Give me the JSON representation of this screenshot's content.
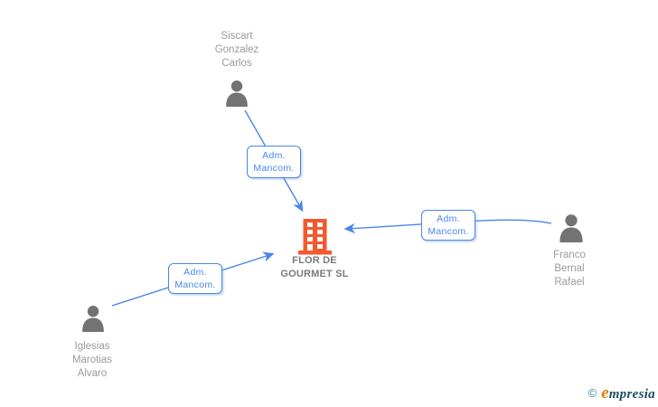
{
  "colors": {
    "arrow-blue": "#4a86e8",
    "person-gray": "#737373",
    "name-gray": "#9b9b9b",
    "company-gray": "#7a7a7a",
    "building-orange": "#f4582e",
    "logo-teal": "#3e7e9b",
    "logo-dark": "#1d4d5e",
    "logo-orange": "#e8790f"
  },
  "diagram": {
    "company": {
      "name_line1": "FLOR DE",
      "name_line2": "GOURMET SL",
      "full_name": "FLOR DE GOURMET SL"
    },
    "persons": [
      {
        "full_name": "Siscart Gonzalez Carlos",
        "line1": "Siscart",
        "line2": "Gonzalez",
        "line3": "Carlos"
      },
      {
        "full_name": "Franco Bernal Rafael",
        "line1": "Franco",
        "line2": "Bernal",
        "line3": "Rafael"
      },
      {
        "full_name": "Iglesias Marotias Alvaro",
        "line1": "Iglesias",
        "line2": "Marotias",
        "line3": "Alvaro"
      }
    ],
    "edges": [
      {
        "from": "Siscart Gonzalez Carlos",
        "to": "FLOR DE GOURMET SL",
        "label_line1": "Adm.",
        "label_line2": "Mancom."
      },
      {
        "from": "Franco Bernal Rafael",
        "to": "FLOR DE GOURMET SL",
        "label_line1": "Adm.",
        "label_line2": "Mancom."
      },
      {
        "from": "Iglesias Marotias Alvaro",
        "to": "FLOR DE GOURMET SL",
        "label_line1": "Adm.",
        "label_line2": "Mancom."
      }
    ]
  },
  "footer": {
    "copyright_symbol": "©",
    "brand_initial": "e",
    "brand_rest": "mpresia"
  }
}
